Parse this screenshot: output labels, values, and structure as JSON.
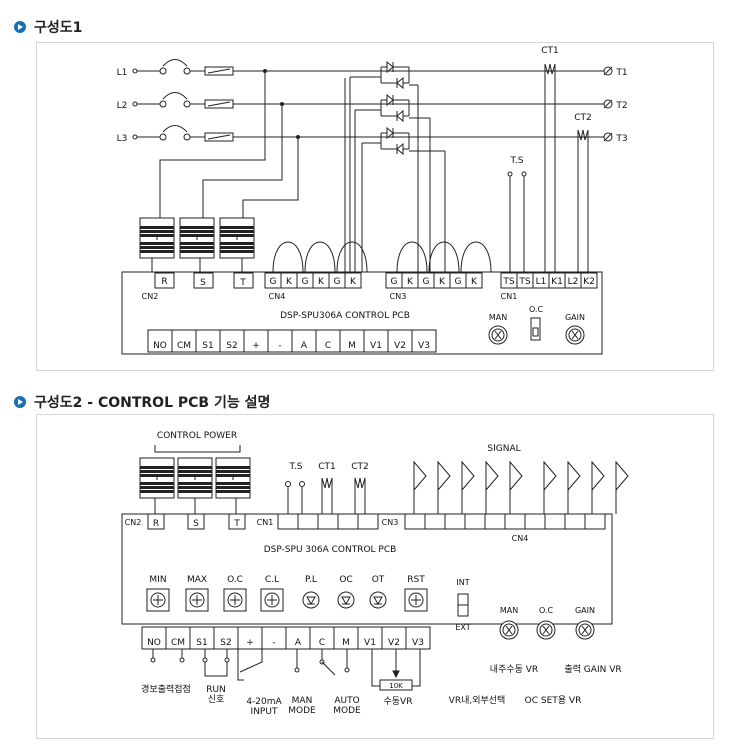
{
  "section1": {
    "title": "구성도1"
  },
  "section2": {
    "title": "구성도2 - CONTROL PCB 기능 설명"
  },
  "diagram1": {
    "lines": [
      "L1",
      "L2",
      "L3"
    ],
    "outputs": [
      "T1",
      "T2",
      "T3"
    ],
    "ct1": "CT1",
    "ct2": "CT2",
    "ts": "T.S",
    "board_label": "DSP-SPU306A CONTROL PCB",
    "cn2": {
      "label": "CN2",
      "pins": [
        "R",
        "S",
        "T"
      ]
    },
    "cn4": {
      "label": "CN4",
      "pins": [
        "G",
        "K",
        "G",
        "K",
        "G",
        "K"
      ]
    },
    "cn3": {
      "label": "CN3",
      "pins": [
        "G",
        "K",
        "G",
        "K",
        "G",
        "K"
      ]
    },
    "cn1": {
      "label": "CN1",
      "pins": [
        "TS",
        "TS",
        "L1",
        "K1",
        "L2",
        "K2"
      ]
    },
    "terminals": [
      "NO",
      "CM",
      "S1",
      "S2",
      "+",
      "-",
      "A",
      "C",
      "M",
      "V1",
      "V2",
      "V3"
    ],
    "knobs": {
      "man": "MAN",
      "oc": "O.C",
      "gain": "GAIN"
    }
  },
  "diagram2": {
    "control_power": "CONTROL POWER",
    "signal": "SIGNAL",
    "ts": "T.S",
    "ct1": "CT1",
    "ct2": "CT2",
    "cn2": {
      "label": "CN2",
      "pins": [
        "R",
        "S",
        "T"
      ]
    },
    "cn1": "CN1",
    "cn3": "CN3",
    "cn4": "CN4",
    "board_label": "DSP-SPU 306A CONTROL PCB",
    "buttons": [
      "MIN",
      "MAX",
      "O.C",
      "C.L",
      "P.L",
      "OC",
      "OT",
      "RST"
    ],
    "int": "INT",
    "ext": "EXT",
    "knobs": {
      "man": "MAN",
      "oc": "O.C",
      "gain": "GAIN"
    },
    "terminals": [
      "NO",
      "CM",
      "S1",
      "S2",
      "+",
      "-",
      "A",
      "C",
      "M",
      "V1",
      "V2",
      "V3"
    ],
    "vr_value": "10K",
    "notes": {
      "alarm": "경보출력접점",
      "run_signal": "RUN\n신호",
      "input_420": "4-20mA\nINPUT",
      "man_mode": "MAN\nMODE",
      "auto_mode": "AUTO\nMODE",
      "manual_vr": "수동VR",
      "vr_select": "VR내,외부선택",
      "internal_manual_vr": "내주수동 VR",
      "output_gain_vr": "출력 GAIN VR",
      "oc_set_vr": "OC SET용 VR"
    }
  }
}
